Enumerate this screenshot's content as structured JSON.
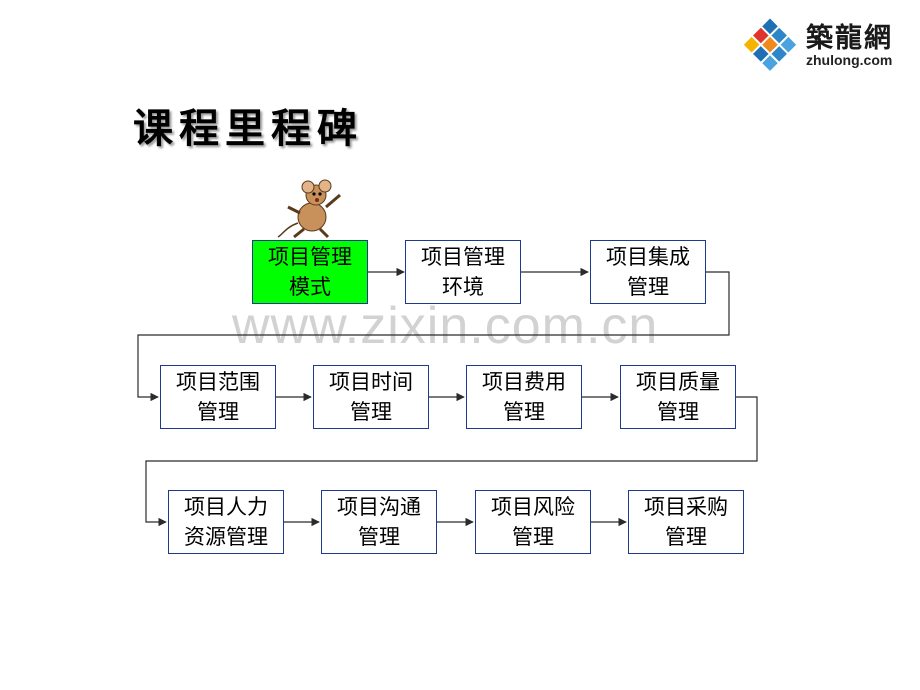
{
  "logo": {
    "chinese_text": "築龍網",
    "url_text": "zhulong.com",
    "icon": "diamond-grid-logo-icon"
  },
  "title": "课程里程碑",
  "watermark": "www.zixin.com.cn",
  "mascot": {
    "icon": "mouse-mascot-icon"
  },
  "colors": {
    "active_box": "#00ff00",
    "box_border": "#1f3a8a",
    "connector": "#2b2b2b"
  },
  "flow": {
    "rows": [
      {
        "steps": [
          {
            "label": "项目管理\n模式",
            "highlighted": true
          },
          {
            "label": "项目管理\n环境"
          },
          {
            "label": "项目集成\n管理"
          }
        ]
      },
      {
        "steps": [
          {
            "label": "项目范围\n管理"
          },
          {
            "label": "项目时间\n管理"
          },
          {
            "label": "项目费用\n管理"
          },
          {
            "label": "项目质量\n管理"
          }
        ]
      },
      {
        "steps": [
          {
            "label": "项目人力\n资源管理"
          },
          {
            "label": "项目沟通\n管理"
          },
          {
            "label": "项目风险\n管理"
          },
          {
            "label": "项目采购\n管理"
          }
        ]
      }
    ]
  }
}
